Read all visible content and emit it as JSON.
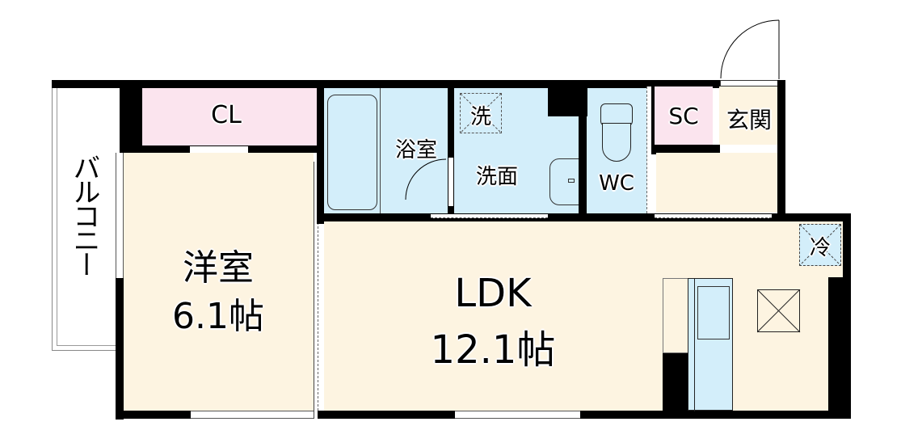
{
  "colors": {
    "wall": "#000000",
    "living_floor": "#fdf4e1",
    "wet_area": "#d3eefa",
    "storage": "#fbe4ee",
    "background": "#ffffff"
  },
  "rooms": {
    "balcony": {
      "label": "バルコニー"
    },
    "closet": {
      "label": "CL"
    },
    "western_room": {
      "label": "洋室",
      "size": "6.1帖"
    },
    "bathroom": {
      "label": "浴室"
    },
    "washroom": {
      "label": "洗面",
      "washer_label": "洗"
    },
    "toilet": {
      "label": "WC"
    },
    "shoe_closet": {
      "label": "SC"
    },
    "entrance": {
      "label": "玄関"
    },
    "ldk": {
      "label": "LDK",
      "size": "12.1帖"
    },
    "fridge": {
      "label": "冷"
    }
  }
}
